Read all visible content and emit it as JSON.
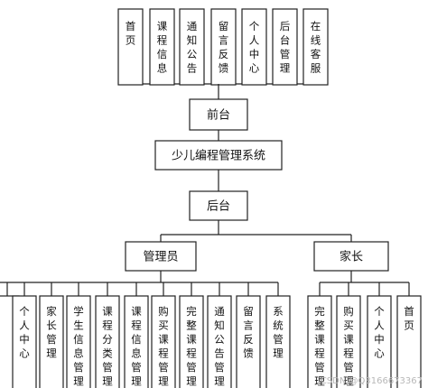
{
  "root": "少儿编程管理系统",
  "front": {
    "label": "前台",
    "children": [
      "首页",
      "课程信息",
      "通知公告",
      "留言反馈",
      "个人中心",
      "后台管理",
      "在线客服"
    ]
  },
  "back": {
    "label": "后台",
    "groups": [
      {
        "label": "管理员",
        "children": [
          "",
          "个人中心",
          "家长管理",
          "学生信息管理",
          "课程分类管理",
          "课程信息管理",
          "购买课程管理",
          "完整课程管理",
          "通知公告管理",
          "留言反馈",
          "系统管理"
        ]
      },
      {
        "label": "家长",
        "children": [
          "完整课程管理",
          "购买课程管理",
          "个人中心",
          "首页"
        ]
      }
    ]
  },
  "watermark": "CSDN @Q3166673367"
}
